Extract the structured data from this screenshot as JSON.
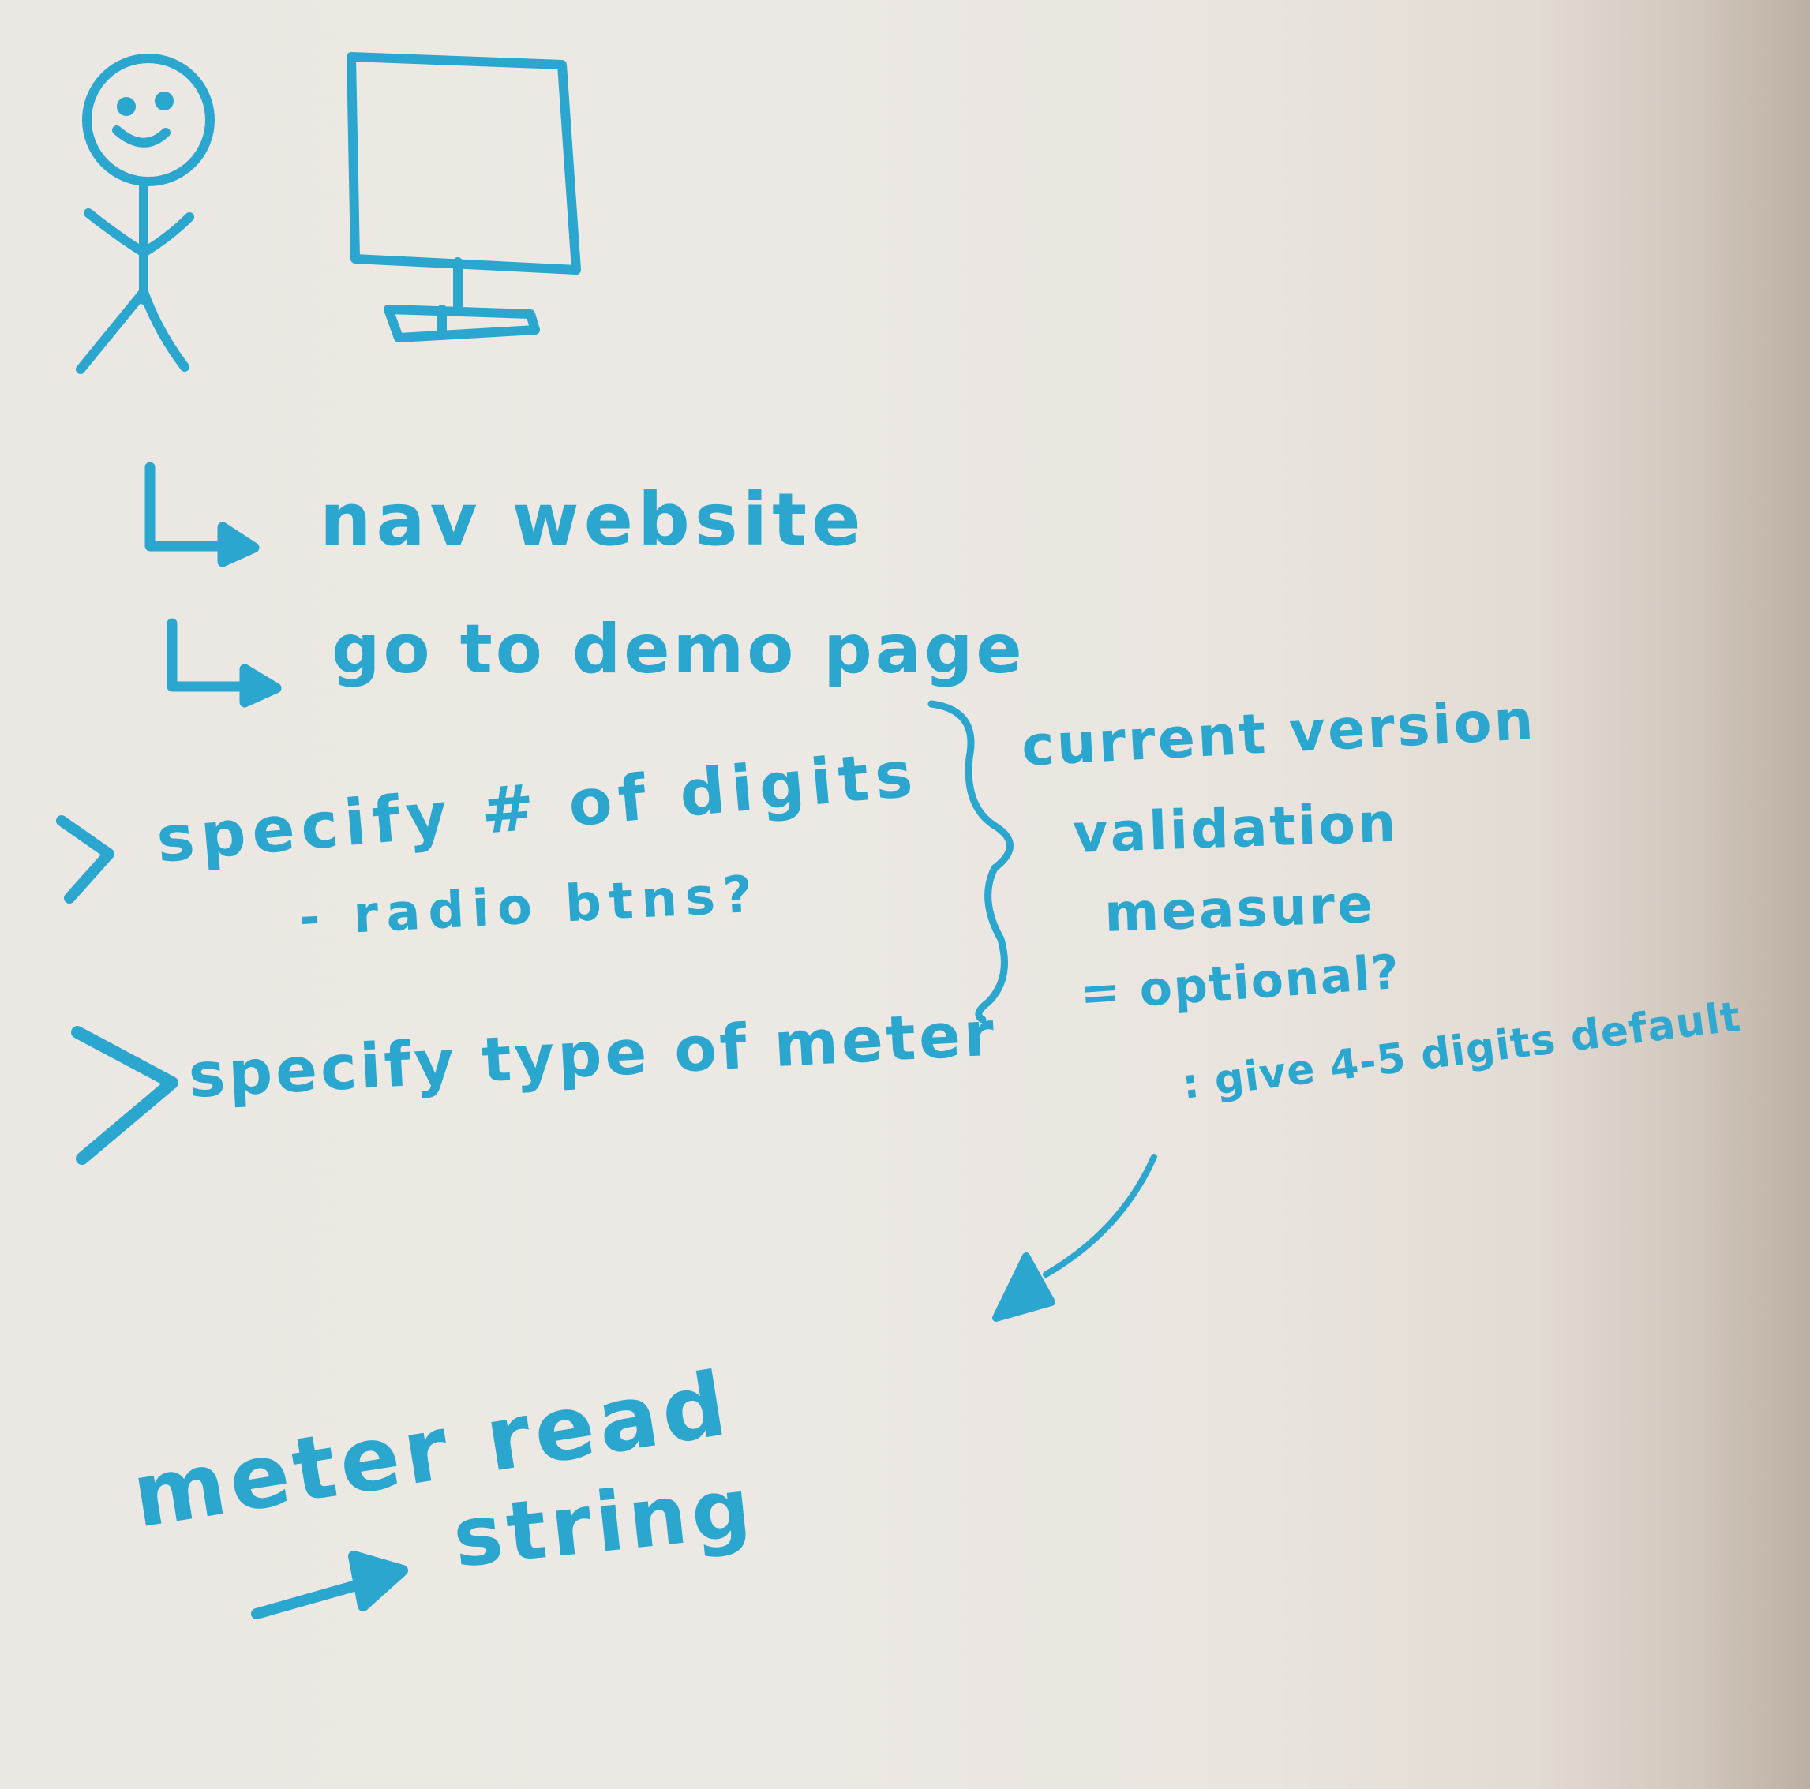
{
  "colors": {
    "marker": "#2aa6cf",
    "board": "#ebe7e2"
  },
  "icons": {
    "person": "stick-figure-icon",
    "computer": "monitor-icon",
    "arrow": "arrow-icon"
  },
  "steps": {
    "nav": "nav website",
    "demo": "go to demo page"
  },
  "options": {
    "digits": "specify # of digits",
    "radio": "- radio btns?",
    "meter_type": "specify type of meter"
  },
  "notes": {
    "current_version": "current version",
    "validation": "validation",
    "measure": "measure",
    "optional": "= optional?",
    "default_digits": ": give 4-5 digits default"
  },
  "output": {
    "meter_read": "meter read",
    "string": "string"
  }
}
